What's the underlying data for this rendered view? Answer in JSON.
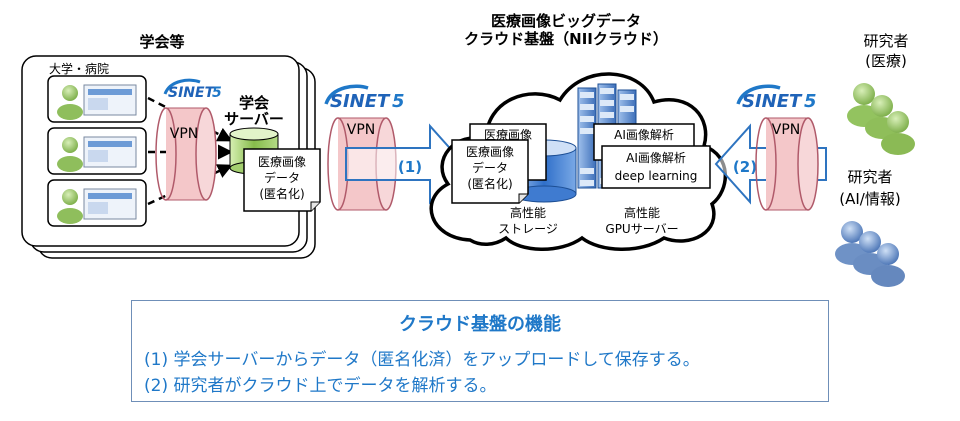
{
  "society": {
    "title": "学会等",
    "hospital_label": "大学・病院",
    "server_label_1": "学会",
    "server_label_2": "サーバー"
  },
  "doc_left": {
    "line1": "医療画像",
    "line2": "データ",
    "line3": "(匿名化)"
  },
  "cloud": {
    "title_1": "医療画像ビッグデータ",
    "title_2": "クラウド基盤（NIIクラウド）",
    "storage_1": "高性能",
    "storage_2": "ストレージ",
    "gpu_1": "高性能",
    "gpu_2": "GPUサーバー"
  },
  "doc_cloud_back": {
    "line1": "医療画像"
  },
  "doc_cloud_front": {
    "line1": "医療画像",
    "line2": "データ",
    "line3": "(匿名化)"
  },
  "ai_back": {
    "line1": "AI画像解析"
  },
  "ai_front": {
    "line1": "AI画像解析",
    "line2": "deep learning"
  },
  "vpn": {
    "label": "VPN"
  },
  "sinet": {
    "label": "SINET",
    "number": "5"
  },
  "steps": {
    "step1": "(1)",
    "step2": "(2)"
  },
  "researcher_medical": {
    "line1": "研究者",
    "line2": "(医療)"
  },
  "researcher_ai": {
    "line1": "研究者",
    "line2": "(AI/情報)"
  },
  "functions": {
    "title": "クラウド基盤の機能",
    "item1": "(1) 学会サーバーからデータ（匿名化済）をアップロードして保存する。",
    "item2": "(2) 研究者がクラウド上でデータを解析する。"
  },
  "colors": {
    "accent_blue": "#1f78c8",
    "vpn_pink": "#f4c7c9",
    "vpn_stroke": "#b05a6a",
    "person_green": "#9cc86a",
    "person_blue": "#6f92c6",
    "server_blue": "#5f8fd0"
  }
}
